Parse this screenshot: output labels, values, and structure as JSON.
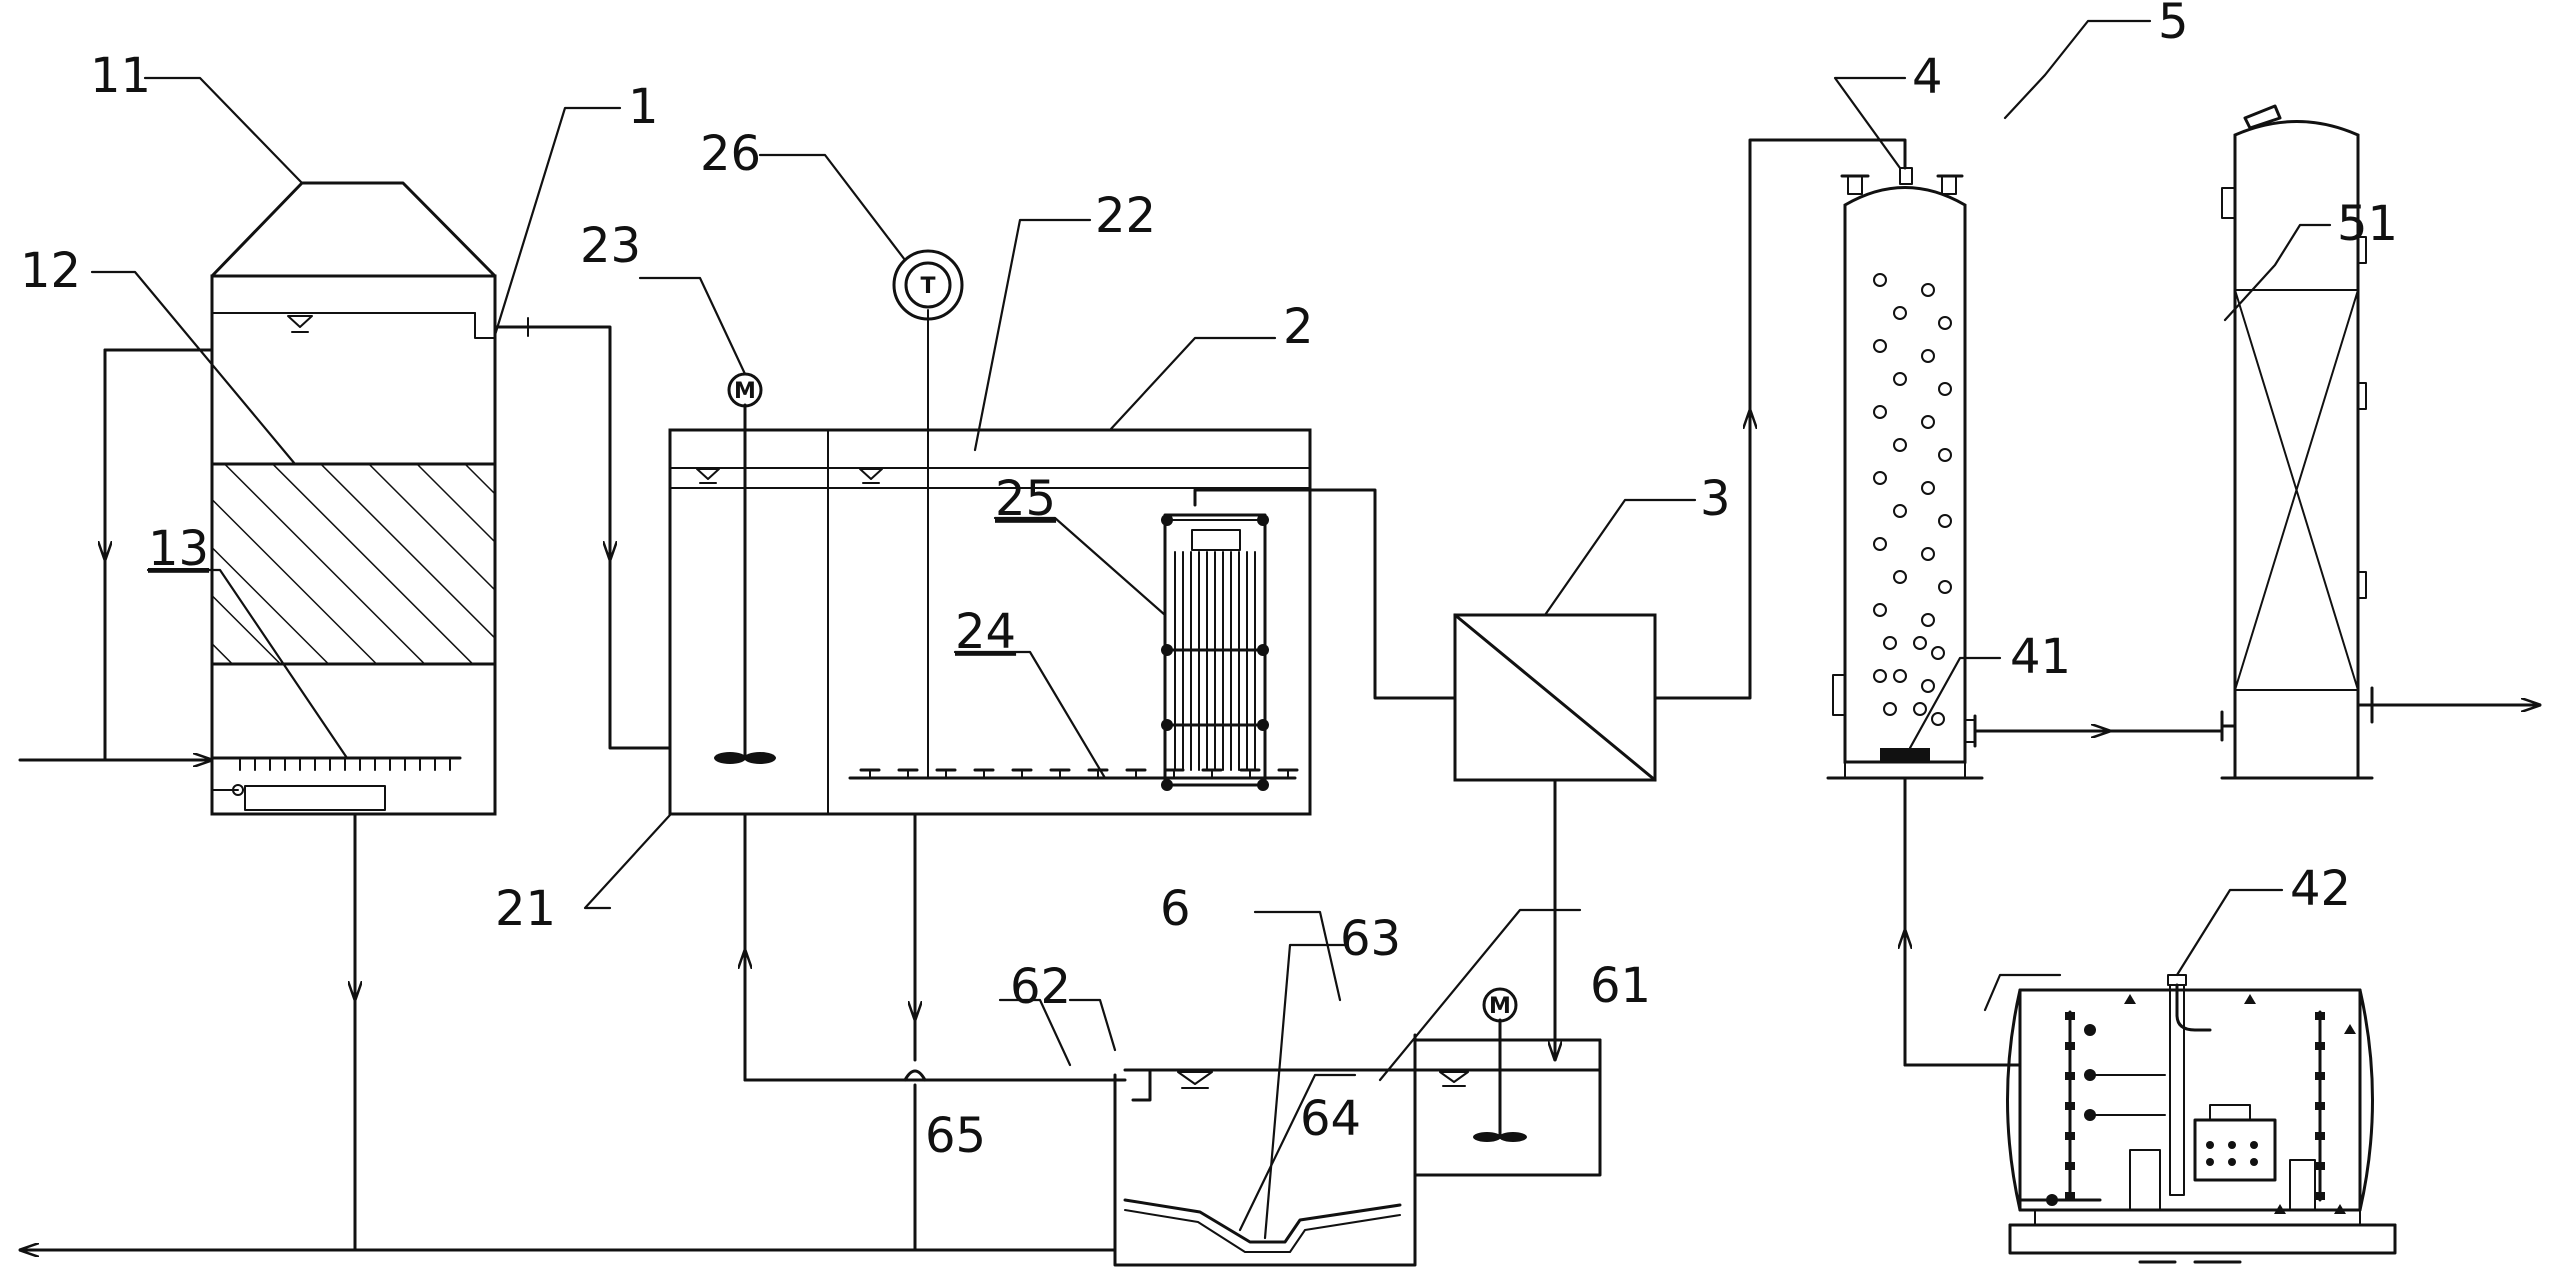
{
  "labels": {
    "l1": "1",
    "l2": "2",
    "l3": "3",
    "l4": "4",
    "l5": "5",
    "l6": "6",
    "l11": "11",
    "l12": "12",
    "l13": "13",
    "l21": "21",
    "l22": "22",
    "l23": "23",
    "l24": "24",
    "l25": "25",
    "l26": "26",
    "l41": "41",
    "l42": "42",
    "l51": "51",
    "l61": "61",
    "l62": "62",
    "l63": "63",
    "l64": "64",
    "l65": "65"
  },
  "symbols": {
    "motor": "M",
    "blower": "T"
  },
  "icons": [
    "motor-icon",
    "blower-icon",
    "water-level-icon",
    "flow-arrow-icon",
    "crossflow-filter-icon",
    "hatched-packing-icon"
  ]
}
